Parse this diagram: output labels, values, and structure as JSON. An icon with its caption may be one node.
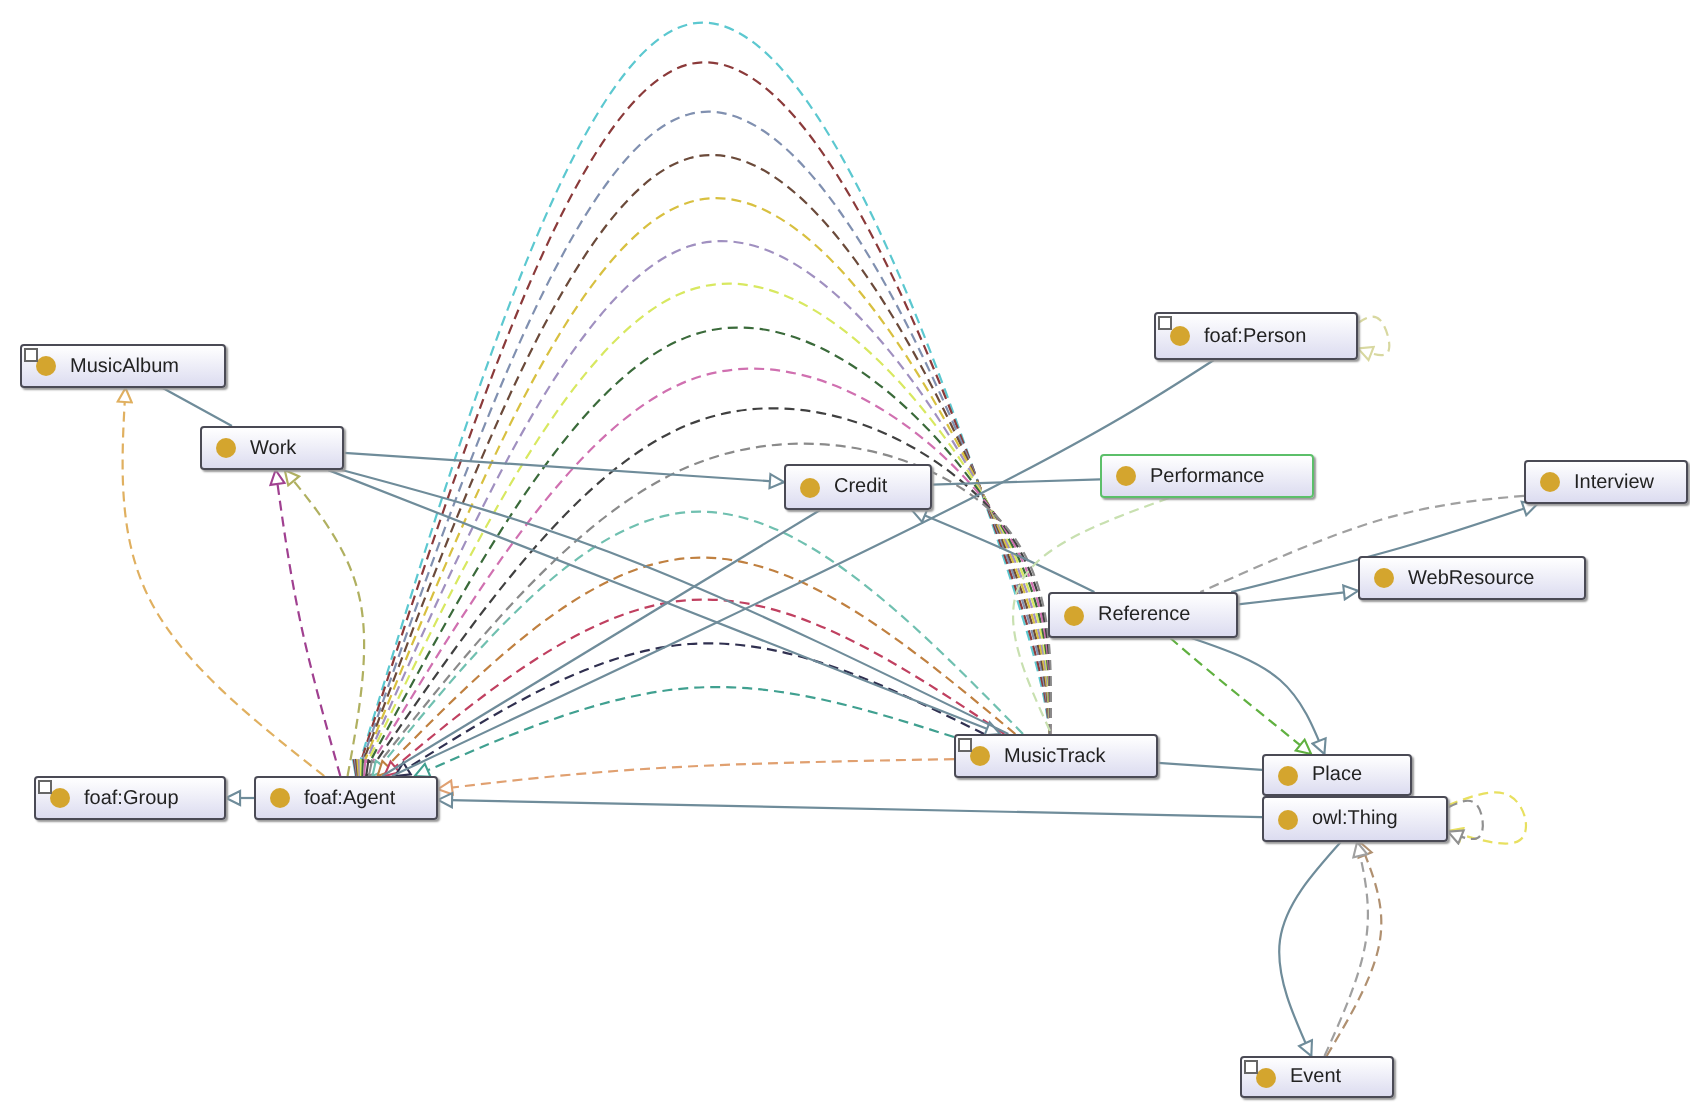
{
  "diagram": {
    "nodes": [
      {
        "text": [
          "MusicAlbum"
        ]
      },
      {
        "text": [
          "Work"
        ]
      },
      {
        "text": [
          "Credit"
        ]
      },
      {
        "text": [
          "foaf:Person"
        ]
      },
      {
        "text": [
          "Performance"
        ]
      },
      {
        "text": [
          "Interview"
        ]
      },
      {
        "text": [
          "WebResource"
        ]
      },
      {
        "text": [
          "Reference"
        ]
      },
      {
        "text": [
          "foaf:Group"
        ]
      },
      {
        "text": [
          "foaf:Agent"
        ]
      },
      {
        "text": [
          "MusicTrack"
        ]
      },
      {
        "text": [
          "Place"
        ]
      },
      {
        "text": [
          "owl:Thing"
        ]
      },
      {
        "text": [
          "Event"
        ]
      }
    ],
    "edges": [
      {
        "from": 10,
        "to": 9,
        "arrow": "to",
        "style": "dashed",
        "color": "#5cc8d0"
      },
      {
        "from": 10,
        "to": 9,
        "arrow": "to",
        "style": "dashed",
        "color": "#8b3a3a"
      },
      {
        "from": 10,
        "to": 9,
        "arrow": "to",
        "style": "dashed",
        "color": "#8090b0"
      },
      {
        "from": 10,
        "to": 9,
        "arrow": "to",
        "style": "dashed",
        "color": "#6b4a3a"
      },
      {
        "from": 10,
        "to": 9,
        "arrow": "to",
        "style": "dashed",
        "color": "#d8c040"
      },
      {
        "from": 10,
        "to": 9,
        "arrow": "to",
        "style": "dashed",
        "color": "#a090c0"
      },
      {
        "from": 10,
        "to": 9,
        "arrow": "to",
        "style": "dashed",
        "color": "#d8e860"
      },
      {
        "from": 10,
        "to": 9,
        "arrow": "to",
        "style": "dashed",
        "color": "#3a6a3a"
      },
      {
        "from": 10,
        "to": 9,
        "arrow": "to",
        "style": "dashed",
        "color": "#d070b0"
      },
      {
        "from": 10,
        "to": 9,
        "arrow": "to",
        "style": "dashed",
        "color": "#404040"
      },
      {
        "from": 10,
        "to": 9,
        "arrow": "to",
        "style": "dashed",
        "color": "#8a8a8a"
      },
      {
        "from": 10,
        "to": 9,
        "arrow": "to",
        "style": "dashed",
        "color": "#70c0b0"
      },
      {
        "from": 10,
        "to": 9,
        "arrow": "to",
        "style": "dashed",
        "color": "#c08040"
      },
      {
        "from": 10,
        "to": 9,
        "arrow": "to",
        "style": "dashed",
        "color": "#c04060"
      },
      {
        "from": 10,
        "to": 9,
        "arrow": "to",
        "style": "dashed",
        "color": "#303050"
      },
      {
        "from": 10,
        "to": 9,
        "arrow": "to",
        "style": "dashed",
        "color": "#40a090"
      },
      {
        "from": 10,
        "to": 9,
        "arrow": "to",
        "style": "dashed",
        "color": "#e0a070"
      },
      {
        "from": 1,
        "to": 0,
        "arrow": "to"
      },
      {
        "from": 1,
        "to": 2,
        "arrow": "to"
      },
      {
        "from": 2,
        "to": 4,
        "arrow": "none"
      },
      {
        "from": 1,
        "to": 10,
        "arrow": "to"
      },
      {
        "from": 1,
        "to": 10,
        "arrow": "none"
      },
      {
        "from": 9,
        "to": 3,
        "arrow": "none"
      },
      {
        "from": 9,
        "to": 2,
        "arrow": "none"
      },
      {
        "from": 9,
        "to": 8,
        "arrow": "to"
      },
      {
        "from": 12,
        "to": 9,
        "arrow": "to"
      },
      {
        "from": 10,
        "to": 11,
        "arrow": "none"
      },
      {
        "from": 7,
        "to": 2,
        "arrow": "to"
      },
      {
        "from": 7,
        "to": 6,
        "arrow": "to"
      },
      {
        "from": 7,
        "to": 5,
        "arrow": "to"
      },
      {
        "from": 7,
        "to": 11,
        "arrow": "to"
      },
      {
        "from": 7,
        "to": 11,
        "arrow": "to",
        "style": "dashed",
        "color": "#60b040"
      },
      {
        "from": 4,
        "to": 10,
        "arrow": "none",
        "style": "dashed",
        "color": "#c8e0b0"
      },
      {
        "from": 5,
        "to": 7,
        "arrow": "none",
        "style": "dashed",
        "color": "#a0a0a0"
      },
      {
        "from": 3,
        "to": 3,
        "arrow": "to",
        "style": "dashed",
        "color": "#d8d8a0"
      },
      {
        "from": 12,
        "to": 12,
        "arrow": "to",
        "style": "dashed",
        "color": "#e8e060"
      },
      {
        "from": 12,
        "to": 12,
        "arrow": "to",
        "style": "dashed",
        "color": "#909090"
      },
      {
        "from": 12,
        "to": 13,
        "arrow": "to"
      },
      {
        "from": 13,
        "to": 12,
        "arrow": "to",
        "style": "dashed",
        "color": "#b09070"
      },
      {
        "from": 13,
        "to": 12,
        "arrow": "to",
        "style": "dashed",
        "color": "#a0a0a0"
      },
      {
        "from": 9,
        "to": 0,
        "arrow": "to",
        "style": "dashed",
        "color": "#e0b060"
      },
      {
        "from": 9,
        "to": 1,
        "arrow": "to",
        "style": "dashed",
        "color": "#a04090"
      },
      {
        "from": 9,
        "to": 1,
        "arrow": "to",
        "style": "dashed",
        "color": "#b0b060"
      }
    ]
  }
}
